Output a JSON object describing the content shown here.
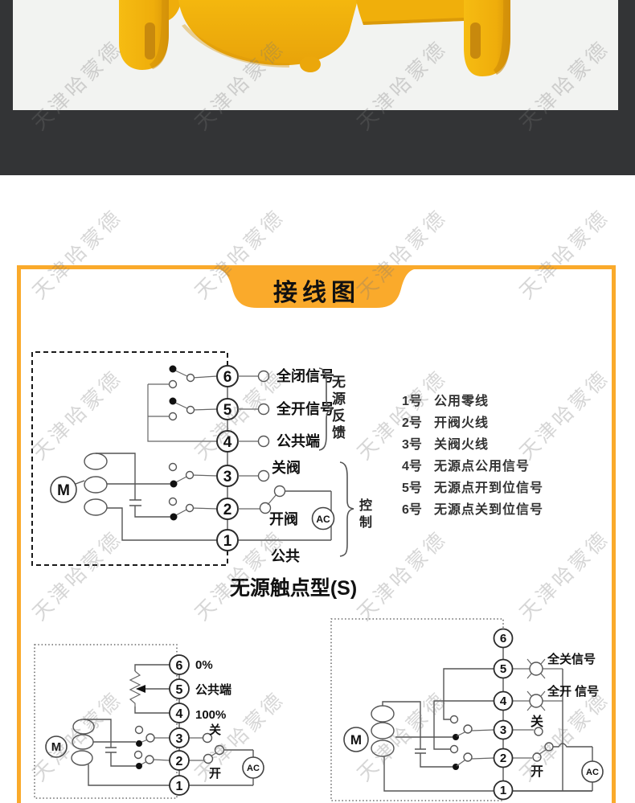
{
  "watermark": {
    "text": "天津哈蒙德"
  },
  "banner": {
    "title": "接线图",
    "accent_color": "#FAAA2B"
  },
  "main_diagram": {
    "terminals": [
      "6",
      "5",
      "4",
      "3",
      "2",
      "1"
    ],
    "t6_label": "全闭信号",
    "t5_label": "全开信号",
    "t4_label": "公共端",
    "t3_label": "关阀",
    "t2_label": "开阀",
    "t1_label": "公共",
    "feedback_bracket": "无源反馈",
    "control_bracket": "控制",
    "motor": "M",
    "ac": "AC",
    "caption": "无源触点型(S)"
  },
  "legend": {
    "items": [
      {
        "num": "1号",
        "desc": "公用零线"
      },
      {
        "num": "2号",
        "desc": "开阀火线"
      },
      {
        "num": "3号",
        "desc": "关阀火线"
      },
      {
        "num": "4号",
        "desc": "无源点公用信号"
      },
      {
        "num": "5号",
        "desc": "无源点开到位信号"
      },
      {
        "num": "6号",
        "desc": "无源点关到位信号"
      }
    ]
  },
  "pot_diagram": {
    "terminals": [
      "6",
      "5",
      "4",
      "3",
      "2",
      "1"
    ],
    "t6_label": "0%",
    "t5_label": "公共端",
    "t4_label": "100%",
    "t3_label": "关",
    "t2_label": "开",
    "motor": "M",
    "ac": "AC"
  },
  "lamp_diagram": {
    "terminals": [
      "6",
      "5",
      "4",
      "3",
      "2",
      "1"
    ],
    "t5_label": "全关信号",
    "t4_label": "全开 信号",
    "t3_label": "关",
    "t2_label": "开",
    "motor": "M",
    "ac": "AC"
  }
}
